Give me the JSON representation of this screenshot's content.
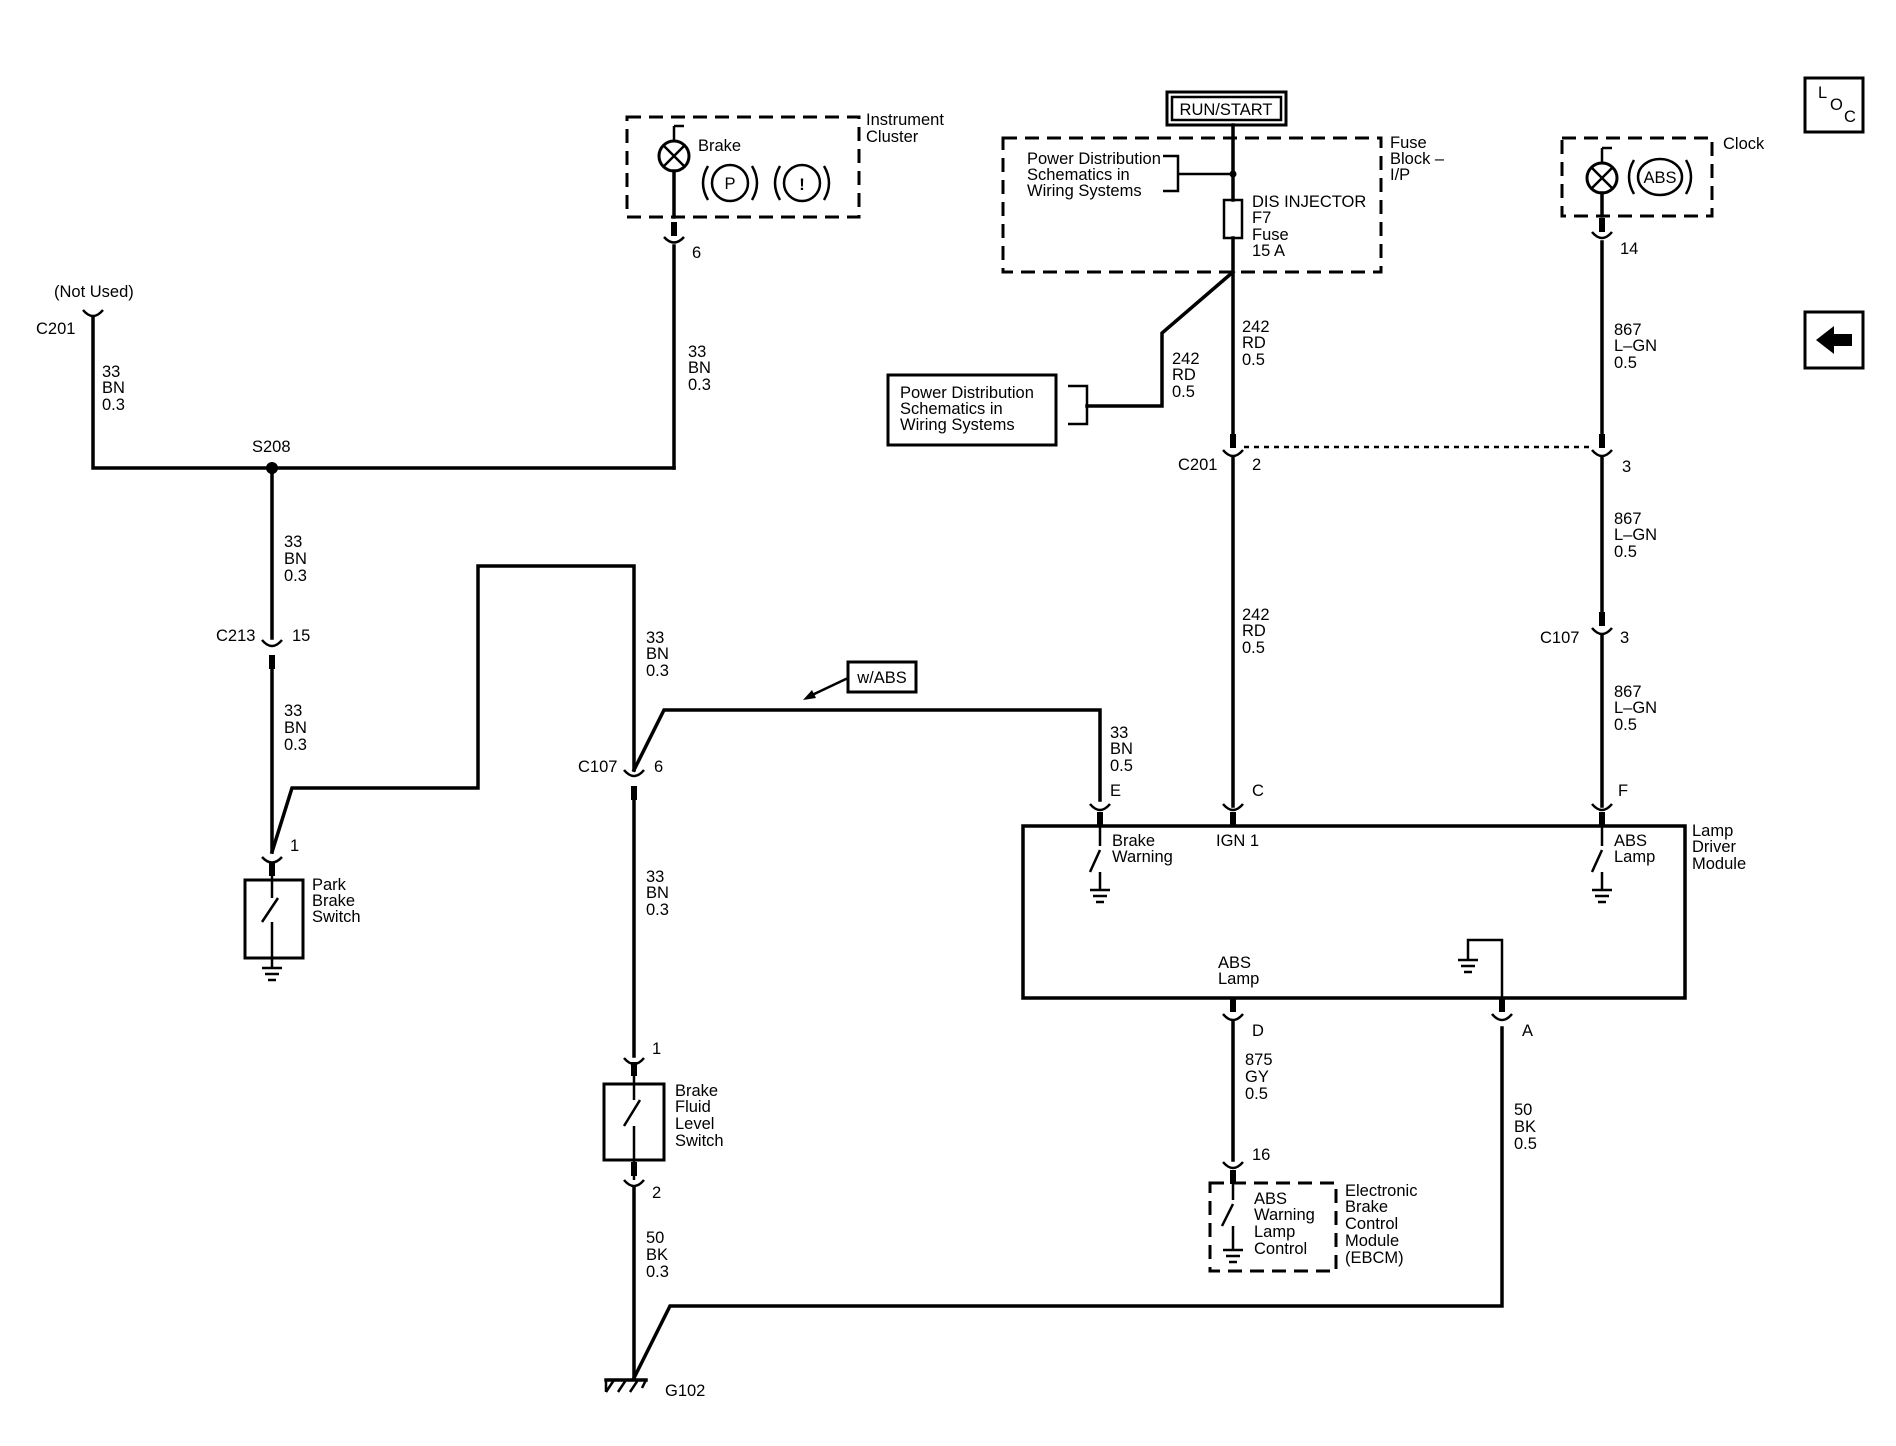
{
  "nav": {
    "loc_button": [
      "L",
      "O",
      "C"
    ],
    "back_icon": "left-arrow-icon"
  },
  "power": {
    "run_start": "RUN/START",
    "fuse_block_lines": [
      "Fuse",
      "Block –",
      "I/P"
    ],
    "pds_lines": [
      "Power Distribution",
      "Schematics in",
      "Wiring Systems"
    ],
    "fuse_lines": [
      "DIS INJECTOR",
      "F7",
      "Fuse",
      "15 A"
    ],
    "pds_box_lines": [
      "Power Distribution",
      "Schematics in",
      "Wiring Systems"
    ]
  },
  "instrument_cluster": {
    "title_lines": [
      "Instrument",
      "Cluster"
    ],
    "lamp_label": "Brake",
    "symbol_park": "P",
    "symbol_warn": "!",
    "pin": "6"
  },
  "clock": {
    "title": "Clock",
    "symbol": "ABS",
    "pin": "14"
  },
  "connectors": {
    "c201_left": "C201",
    "not_used": "(Not Used)",
    "s208": "S208",
    "c213": "C213",
    "c213_pin": "15",
    "c107": "C107",
    "c107_pin": "6",
    "c201_right": "C201",
    "c201_pin_2": "2",
    "c201_pin_3": "3",
    "c107_right": "C107",
    "c107_right_pin": "3",
    "g102": "G102"
  },
  "wires": {
    "w33_a": [
      "33",
      "BN",
      "0.3"
    ],
    "w33_b": [
      "33",
      "BN",
      "0.3"
    ],
    "w33_c": [
      "33",
      "BN",
      "0.3"
    ],
    "w33_d": [
      "33",
      "BN",
      "0.3"
    ],
    "w33_e": [
      "33",
      "BN",
      "0.3"
    ],
    "w33_f": [
      "33",
      "BN",
      "0.3"
    ],
    "w33_g": [
      "33",
      "BN",
      "0.5"
    ],
    "w242_a": [
      "242",
      "RD",
      "0.5"
    ],
    "w242_b": [
      "242",
      "RD",
      "0.5"
    ],
    "w242_c": [
      "242",
      "RD",
      "0.5"
    ],
    "w867_a": [
      "867",
      "L–GN",
      "0.5"
    ],
    "w867_b": [
      "867",
      "L–GN",
      "0.5"
    ],
    "w867_c": [
      "867",
      "L–GN",
      "0.5"
    ],
    "w875": [
      "875",
      "GY",
      "0.5"
    ],
    "w50_a": [
      "50",
      "BK",
      "0.3"
    ],
    "w50_b": [
      "50",
      "BK",
      "0.5"
    ]
  },
  "option_tag": "w/ABS",
  "park_brake": {
    "pin": "1",
    "label_lines": [
      "Park",
      "Brake",
      "Switch"
    ]
  },
  "fluid_switch": {
    "pin_top": "1",
    "pin_bottom": "2",
    "label_lines": [
      "Brake",
      "Fluid",
      "Level",
      "Switch"
    ]
  },
  "lamp_driver": {
    "title_lines": [
      "Lamp",
      "Driver",
      "Module"
    ],
    "pin_e": "E",
    "pin_c": "C",
    "pin_f": "F",
    "pin_d": "D",
    "pin_a": "A",
    "brake_warning_lines": [
      "Brake",
      "Warning"
    ],
    "ign": "IGN 1",
    "abs_lamp_top_lines": [
      "ABS",
      "Lamp"
    ],
    "abs_lamp_bottom_lines": [
      "ABS",
      "Lamp"
    ]
  },
  "ebcm": {
    "pin": "16",
    "inner_lines": [
      "ABS",
      "Warning",
      "Lamp",
      "Control"
    ],
    "title_lines": [
      "Electronic",
      "Brake",
      "Control",
      "Module",
      "(EBCM)"
    ]
  }
}
